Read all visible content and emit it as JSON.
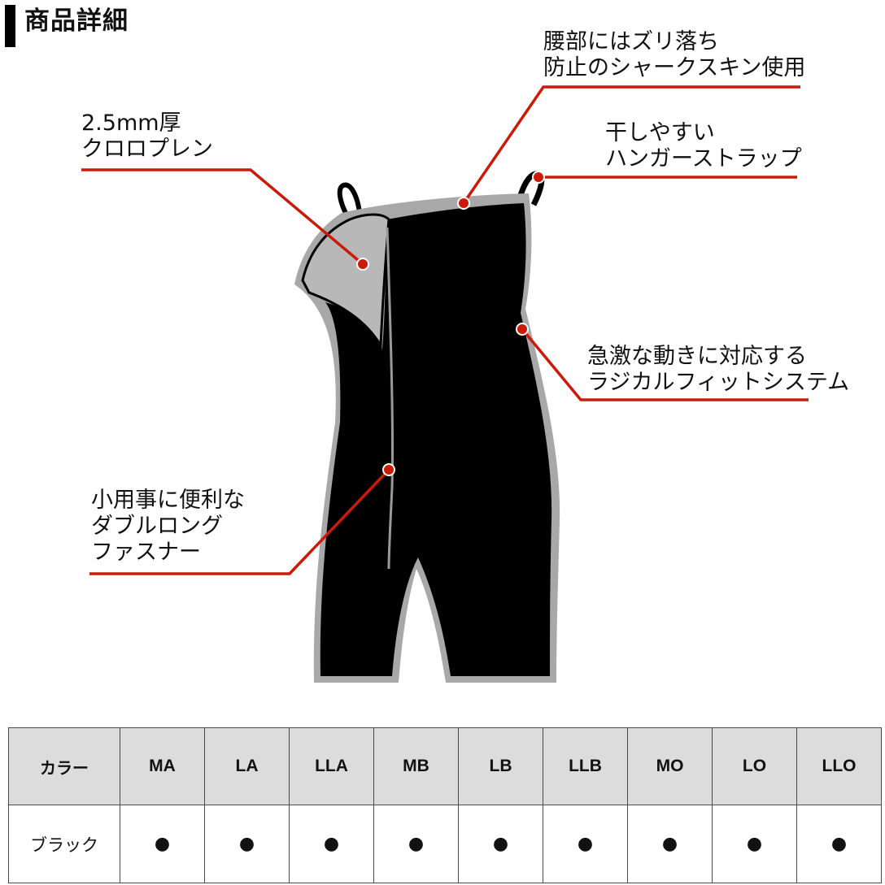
{
  "header": {
    "title": "商品詳細"
  },
  "callouts": [
    {
      "id": "thickness",
      "lines": "2.5mm厚\nクロロプレン"
    },
    {
      "id": "waist",
      "lines": "腰部にはズリ落ち\n防止のシャークスキン使用"
    },
    {
      "id": "strap",
      "lines": "干しやすい\nハンガーストラップ"
    },
    {
      "id": "fit",
      "lines": "急激な動きに対応する\nラジカルフィットシステム"
    },
    {
      "id": "zipper",
      "lines": "小用事に便利な\nダブルロング\nファスナー"
    }
  ],
  "colors": {
    "accent_line": "#cc1a0a",
    "suit": "#000000",
    "suit_edge": "#a8a8a8",
    "header_bg": "#dcdcdc"
  },
  "size_table": {
    "header_label": "カラー",
    "sizes": [
      "MA",
      "LA",
      "LLA",
      "MB",
      "LB",
      "LLB",
      "MO",
      "LO",
      "LLO"
    ],
    "rows": [
      {
        "label": "ブラック",
        "marks": [
          "●",
          "●",
          "●",
          "●",
          "●",
          "●",
          "●",
          "●",
          "●"
        ]
      }
    ]
  }
}
